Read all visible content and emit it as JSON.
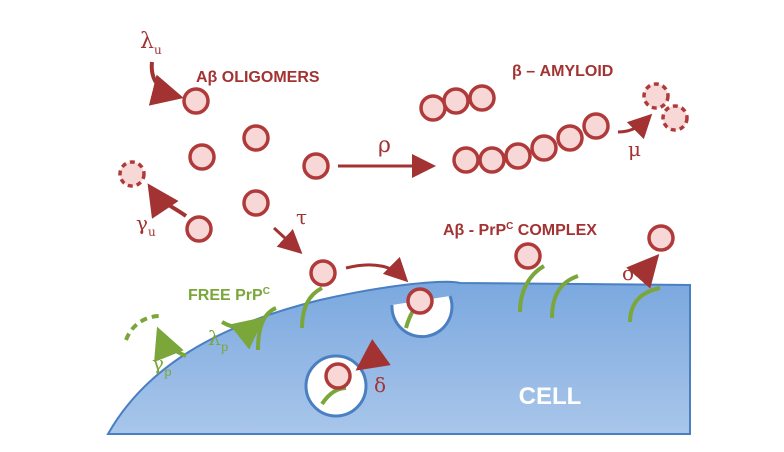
{
  "colors": {
    "oligomer_stroke": "#b03a3a",
    "oligomer_fill": "#f8d7d7",
    "text_red": "#a33333",
    "prion_green": "#7aa63a",
    "cell_fill": "#6f9fd8",
    "cell_stroke": "#4a7fc1",
    "cell_text": "#ffffff"
  },
  "labels": {
    "oligomers": "Aβ OLIGOMERS",
    "amyloid": "β – AMYLOID",
    "complex_prefix": "Aβ - PrP",
    "complex_sup": "C",
    "complex_suffix": " COMPLEX",
    "free_prefix": "FREE PrP",
    "free_sup": "C",
    "cell": "CELL"
  },
  "rates": {
    "lambda_u": "λ",
    "lambda_u_sub": "u",
    "gamma_u": "γ",
    "gamma_u_sub": "u",
    "rho": "ρ",
    "mu": "μ",
    "tau": "τ",
    "sigma": "σ",
    "delta": "δ",
    "lambda_p": "λ",
    "lambda_p_sub": "p",
    "gamma_p": "γ",
    "gamma_p_sub": "p"
  }
}
